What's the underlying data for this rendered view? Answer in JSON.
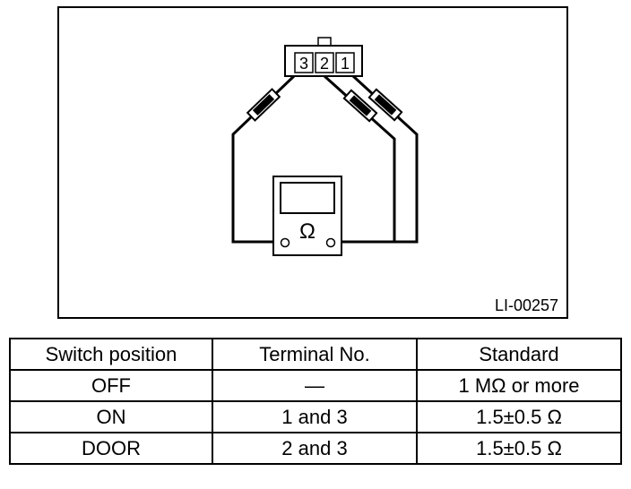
{
  "figure": {
    "connector_terminals": [
      "3",
      "2",
      "1"
    ],
    "meter_symbol": "Ω",
    "figure_id": "LI-00257"
  },
  "table": {
    "headers": [
      "Switch position",
      "Terminal No.",
      "Standard"
    ],
    "rows": [
      [
        "OFF",
        "—",
        "1 MΩ or more"
      ],
      [
        "ON",
        "1 and 3",
        "1.5±0.5 Ω"
      ],
      [
        "DOOR",
        "2 and 3",
        "1.5±0.5 Ω"
      ]
    ]
  }
}
